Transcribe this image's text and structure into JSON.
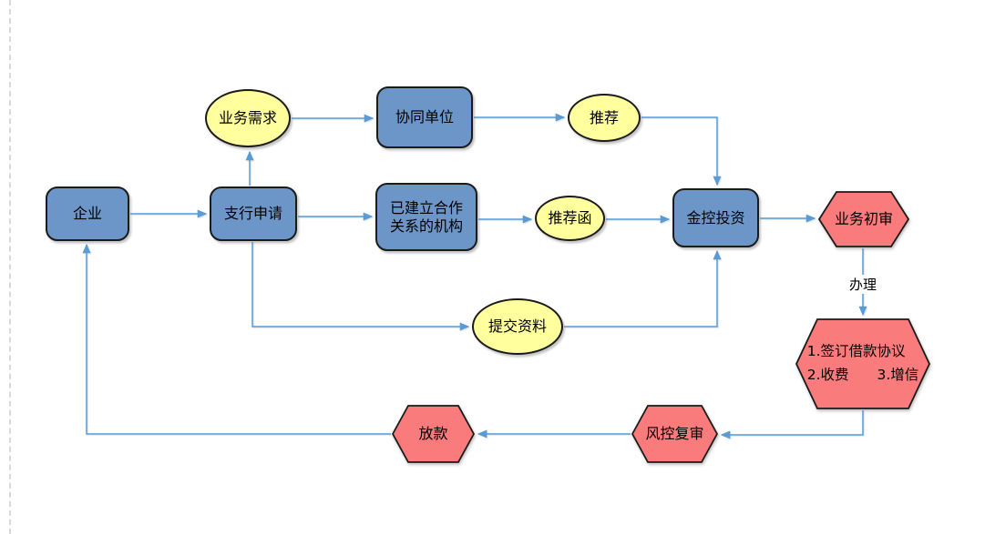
{
  "diagram_type": "flowchart",
  "nodes": {
    "enterprise": {
      "label": "企业",
      "shape": "rounded-rect",
      "fill": "#6D96C8"
    },
    "branch_request": {
      "label": "支行申请",
      "shape": "rounded-rect",
      "fill": "#6D96C8"
    },
    "business_need": {
      "label": "业务需求",
      "shape": "ellipse",
      "fill": "#FFFF9E"
    },
    "partner_unit": {
      "label": "协同单位",
      "shape": "rounded-rect",
      "fill": "#6D96C8"
    },
    "recommendation": {
      "label": "推荐",
      "shape": "ellipse",
      "fill": "#FFFF9E"
    },
    "established_institution": {
      "label": "已建立合作关系的机构",
      "shape": "rounded-rect",
      "fill": "#6D96C8"
    },
    "recommendation_letter": {
      "label": "推荐函",
      "shape": "ellipse",
      "fill": "#FFFF9E"
    },
    "jinkong_investment": {
      "label": "金控投资",
      "shape": "rounded-rect",
      "fill": "#6D96C8"
    },
    "submit_materials": {
      "label": "提交资料",
      "shape": "ellipse",
      "fill": "#FFFF9E"
    },
    "business_initial_review": {
      "label": "业务初审",
      "shape": "hexagon",
      "fill": "#FA7B7B"
    },
    "agreement": {
      "line1": "1.签订借款协议",
      "line2": "2.收费　　3.增信",
      "shape": "hexagon",
      "fill": "#FA7B7B"
    },
    "risk_review": {
      "label": "风控复审",
      "shape": "hexagon",
      "fill": "#FA7B7B"
    },
    "disbursement": {
      "label": "放款",
      "shape": "hexagon",
      "fill": "#FA7B7B"
    }
  },
  "edges": [
    {
      "from": "enterprise",
      "to": "branch_request"
    },
    {
      "from": "branch_request",
      "to": "business_need"
    },
    {
      "from": "business_need",
      "to": "partner_unit"
    },
    {
      "from": "partner_unit",
      "to": "recommendation"
    },
    {
      "from": "recommendation",
      "to": "jinkong_investment"
    },
    {
      "from": "branch_request",
      "to": "established_institution"
    },
    {
      "from": "established_institution",
      "to": "recommendation_letter"
    },
    {
      "from": "recommendation_letter",
      "to": "jinkong_investment"
    },
    {
      "from": "branch_request",
      "to": "submit_materials"
    },
    {
      "from": "submit_materials",
      "to": "jinkong_investment"
    },
    {
      "from": "jinkong_investment",
      "to": "business_initial_review"
    },
    {
      "from": "business_initial_review",
      "to": "agreement",
      "label": "办理"
    },
    {
      "from": "agreement",
      "to": "risk_review"
    },
    {
      "from": "risk_review",
      "to": "disbursement"
    },
    {
      "from": "disbursement",
      "to": "enterprise"
    }
  ],
  "colors": {
    "process_fill": "#6D96C8",
    "data_fill": "#FFFF9E",
    "review_fill": "#FA7B7B",
    "connector": "#5B9BD5",
    "shape_border": "#1B1B1B",
    "page_margin_dash": "#D9D9D9"
  }
}
